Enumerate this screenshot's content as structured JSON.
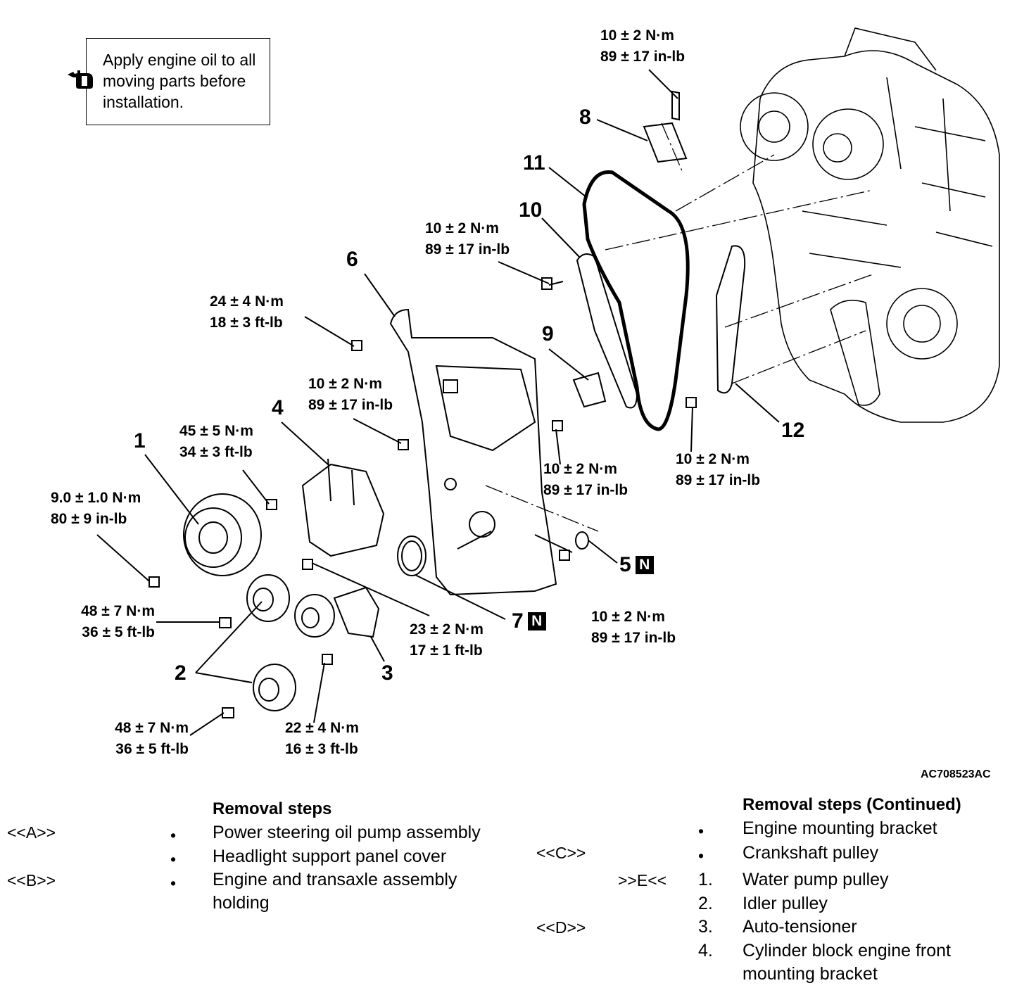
{
  "note": {
    "text_lines": [
      "Apply engine oil to all",
      "moving parts before",
      "installation."
    ],
    "icon": "oil-can-icon"
  },
  "callouts": {
    "c1": "1",
    "c2": "2",
    "c3": "3",
    "c4": "4",
    "c5": "5",
    "c6": "6",
    "c7": "7",
    "c8": "8",
    "c9": "9",
    "c10": "10",
    "c11": "11",
    "c12": "12",
    "n_badge": "N"
  },
  "torques": {
    "t8": [
      "10 ± 2 N·m",
      "89 ± 17 in-lb"
    ],
    "t10": [
      "10 ± 2 N·m",
      "89 ± 17 in-lb"
    ],
    "t6": [
      "24 ± 4 N·m",
      "18 ± 3 ft-lb"
    ],
    "t_cover": [
      "10 ± 2 N·m",
      "89 ± 17 in-lb"
    ],
    "t4": [
      "45 ± 5 N·m",
      "34 ± 3 ft-lb"
    ],
    "t1": [
      "9.0 ± 1.0 N·m",
      "80 ± 9 in-lb"
    ],
    "t9": [
      "10 ± 2 N·m",
      "89 ± 17 in-lb"
    ],
    "t12": [
      "10 ± 2 N·m",
      "89 ± 17 in-lb"
    ],
    "t2a": [
      "48 ± 7 N·m",
      "36 ± 5 ft-lb"
    ],
    "t3a": [
      "23 ± 2 N·m",
      "17 ± 1 ft-lb"
    ],
    "t5": [
      "10 ± 2 N·m",
      "89 ± 17 in-lb"
    ],
    "t2b": [
      "48 ± 7 N·m",
      "36 ± 5 ft-lb"
    ],
    "t3b": [
      "22 ± 4 N·m",
      "16 ± 3 ft-lb"
    ]
  },
  "figure_code": "AC708523AC",
  "removal_steps": {
    "title": "Removal steps",
    "items": [
      {
        "code": "<<A>>",
        "marker": "•",
        "text": "Power steering oil pump assembly"
      },
      {
        "code": "",
        "marker": "•",
        "text": "Headlight support panel cover"
      },
      {
        "code": "<<B>>",
        "marker": "•",
        "text": "Engine and transaxle assembly holding"
      }
    ]
  },
  "removal_steps_continued": {
    "title": "Removal steps (Continued)",
    "items": [
      {
        "code": "",
        "marker": "•",
        "text": "Engine mounting bracket"
      },
      {
        "code": "<<C>>",
        "marker": "•",
        "text": "Crankshaft pulley"
      },
      {
        "code": ">>E<<",
        "marker": "1.",
        "text": "Water pump pulley"
      },
      {
        "code": "",
        "marker": "2.",
        "text": "Idler pulley"
      },
      {
        "code": "<<D>>",
        "marker": "3.",
        "text": "Auto-tensioner"
      },
      {
        "code": "",
        "marker": "4.",
        "text": "Cylinder block engine front mounting bracket"
      }
    ]
  }
}
